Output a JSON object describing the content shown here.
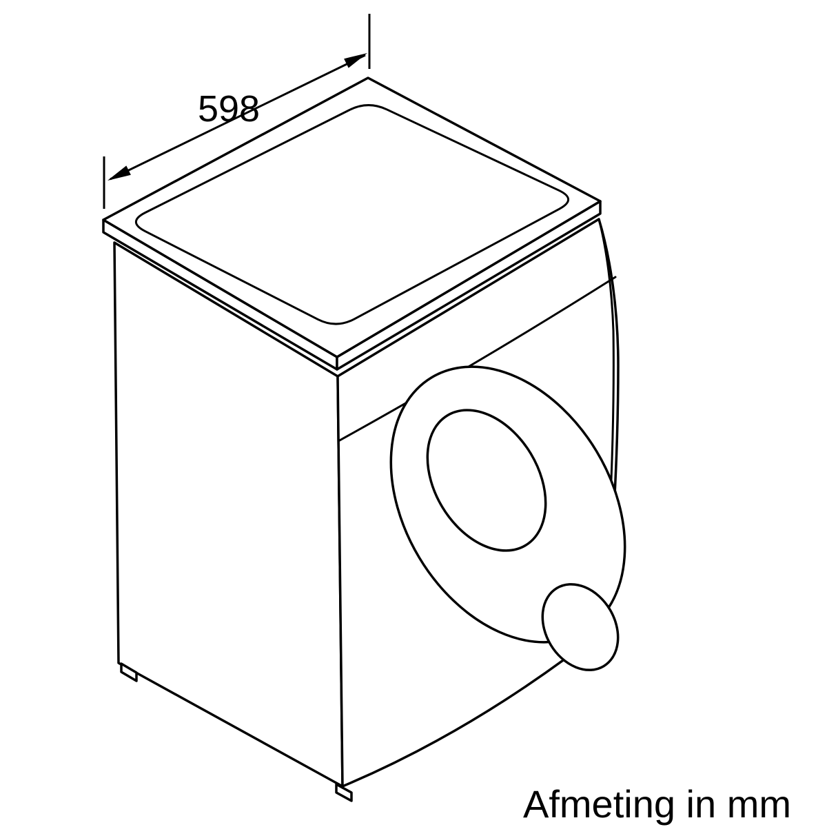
{
  "page": {
    "background_color": "#ffffff"
  },
  "diagram": {
    "type": "appliance-dimension-drawing",
    "subject": "washing-machine-isometric-view",
    "line_color": "#000000",
    "dimension": {
      "value": "598",
      "edge": "top-width"
    },
    "caption": "Afmeting in mm"
  }
}
